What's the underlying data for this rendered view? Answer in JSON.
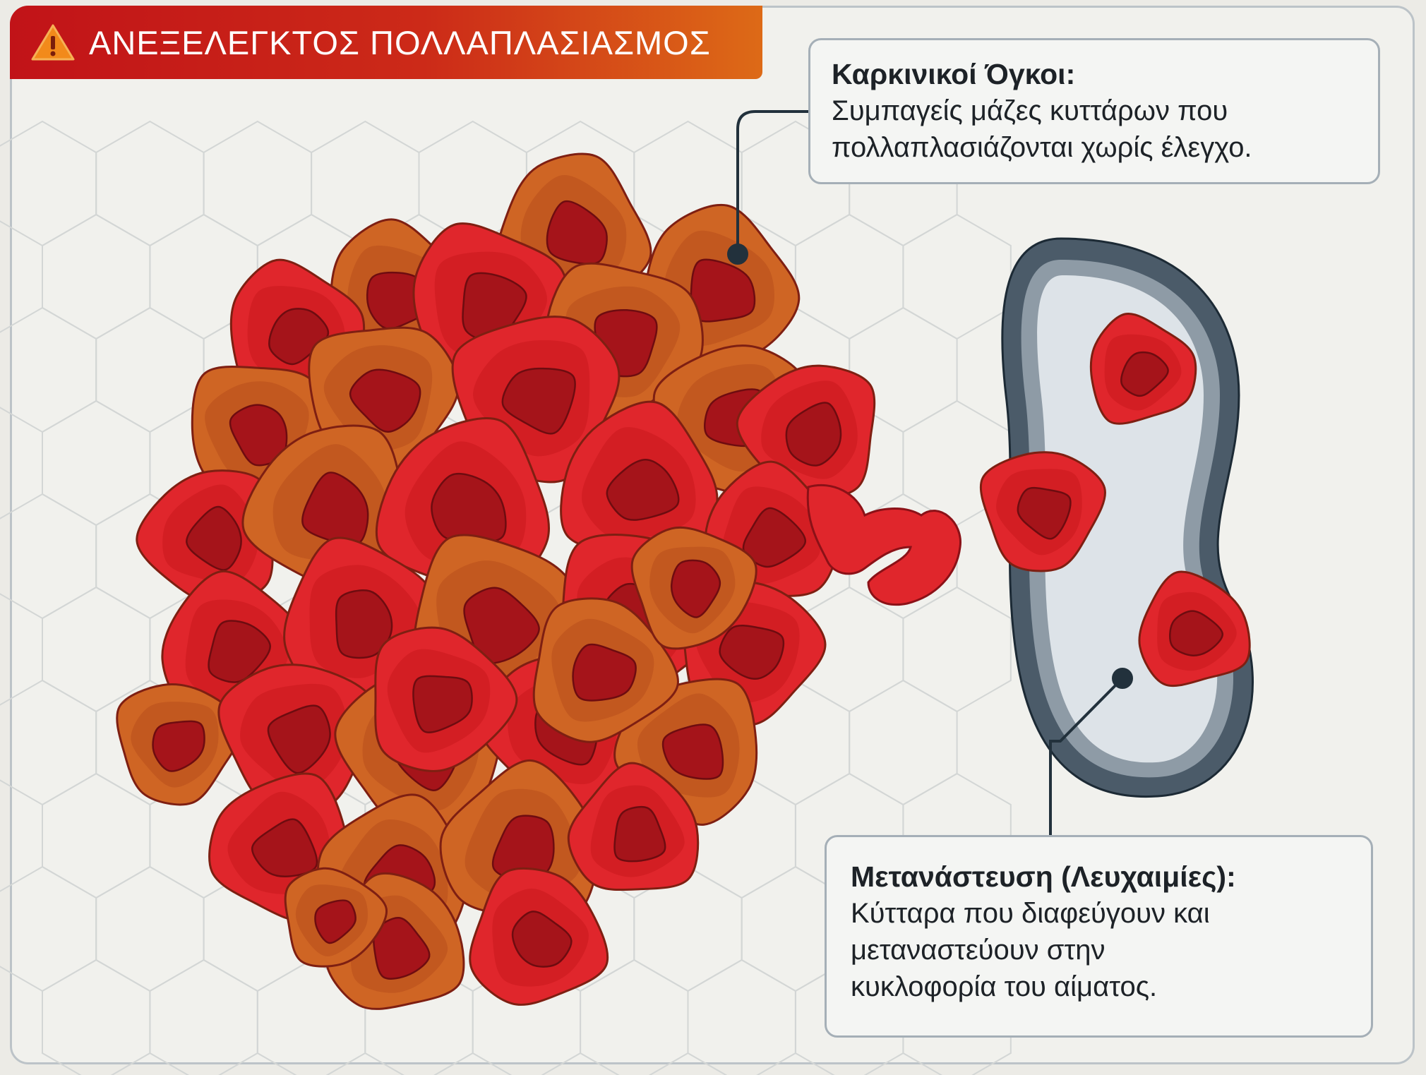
{
  "banner": {
    "title": "ΑΝΕΞΕΛΕΓΚΤΟΣ ΠΟΛΛΑΠΛΑΣΙΑΣΜΟΣ",
    "icon": "warning-icon",
    "colors": [
      "#c11318",
      "#dd6a17"
    ]
  },
  "tumors": {
    "title": "Καρκινικοί Όγκοι:",
    "lines": [
      "Συμπαγείς μάζες κυττάρων που",
      "πολλαπλασιάζονται χωρίς έλεγχο."
    ]
  },
  "migration": {
    "title": "Μετανάστευση (Λευχαιμίες):",
    "lines": [
      "Κύτταρα που διαφεύγουν και",
      "μεταναστεύουν στην",
      "κυκλοφορία του αίματος."
    ]
  },
  "colors": {
    "cell_red": "#e0262c",
    "cell_orange": "#cf6524",
    "nucleus": "#a5141a",
    "vessel_wall": "#4b5b69",
    "vessel_lumen": "#dde3e8",
    "leader_line": "#22313c"
  }
}
